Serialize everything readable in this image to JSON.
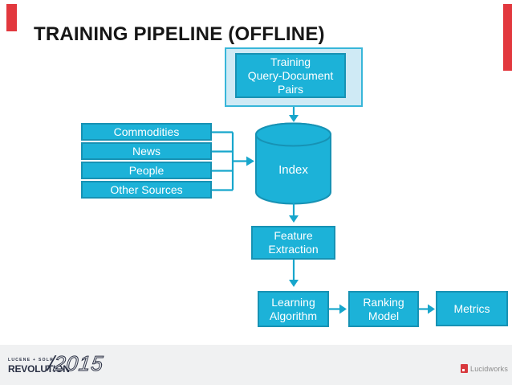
{
  "title": "TRAINING PIPELINE (OFFLINE)",
  "diagram": {
    "training_pairs": "Training\nQuery-Document\nPairs",
    "sources": [
      "Commodities",
      "News",
      "People",
      "Other Sources"
    ],
    "index": "Index",
    "feature_extraction": "Feature\nExtraction",
    "learning_algorithm": "Learning\nAlgorithm",
    "ranking_model": "Ranking\nModel",
    "metrics": "Metrics"
  },
  "footer": {
    "conference_tagline": "LUCENE + SOLR",
    "conference_name": "REVOLUTION",
    "year_slash": "/",
    "year": "2015",
    "brand": "Lucidworks"
  },
  "colors": {
    "box_fill": "#1cb2d8",
    "box_border": "#1792b4",
    "pale_fill": "#cfeaf5",
    "pale_border": "#38b6d9",
    "connector": "#17a6cc",
    "accent_red": "#e2383e",
    "footer_bg": "#f0f1f2",
    "logo_navy": "#2a3044",
    "brand_gray": "#8a8a8a"
  }
}
